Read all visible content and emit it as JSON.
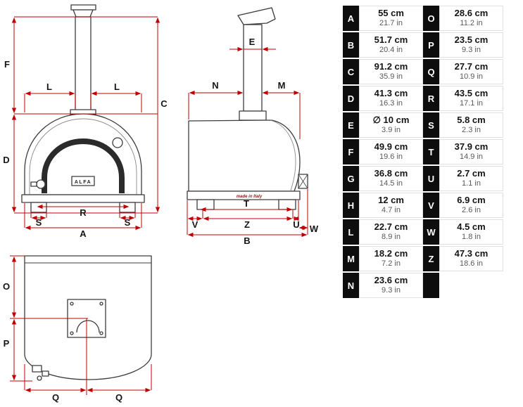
{
  "diagram": {
    "brand_label": "ALFA",
    "made_in_label": "made in Italy",
    "front": {
      "F": "F",
      "D": "D",
      "C": "C",
      "L_left": "L",
      "L_right": "L",
      "R": "R",
      "S_left": "S",
      "S_right": "S",
      "A": "A"
    },
    "side": {
      "E": "E",
      "N": "N",
      "M": "M",
      "T": "T",
      "V": "V",
      "Z": "Z",
      "U": "U",
      "B": "B",
      "W": "W"
    },
    "top": {
      "O": "O",
      "P": "P",
      "Q_left": "Q",
      "Q_right": "Q"
    }
  },
  "table": {
    "rows": [
      {
        "l1": "A",
        "cm1": "55 cm",
        "in1": "21.7 in",
        "l2": "O",
        "cm2": "28.6 cm",
        "in2": "11.2 in"
      },
      {
        "l1": "B",
        "cm1": "51.7 cm",
        "in1": "20.4 in",
        "l2": "P",
        "cm2": "23.5 cm",
        "in2": "9.3 in"
      },
      {
        "l1": "C",
        "cm1": "91.2 cm",
        "in1": "35.9 in",
        "l2": "Q",
        "cm2": "27.7 cm",
        "in2": "10.9 in"
      },
      {
        "l1": "D",
        "cm1": "41.3 cm",
        "in1": "16.3 in",
        "l2": "R",
        "cm2": "43.5 cm",
        "in2": "17.1 in"
      },
      {
        "l1": "E",
        "cm1": "∅ 10 cm",
        "in1": "3.9 in",
        "l2": "S",
        "cm2": "5.8 cm",
        "in2": "2.3 in"
      },
      {
        "l1": "F",
        "cm1": "49.9 cm",
        "in1": "19.6 in",
        "l2": "T",
        "cm2": "37.9 cm",
        "in2": "14.9 in"
      },
      {
        "l1": "G",
        "cm1": "36.8 cm",
        "in1": "14.5 in",
        "l2": "U",
        "cm2": "2.7 cm",
        "in2": "1.1 in"
      },
      {
        "l1": "H",
        "cm1": "12 cm",
        "in1": "4.7 in",
        "l2": "V",
        "cm2": "6.9 cm",
        "in2": "2.6 in"
      },
      {
        "l1": "L",
        "cm1": "22.7 cm",
        "in1": "8.9 in",
        "l2": "W",
        "cm2": "4.5 cm",
        "in2": "1.8 in"
      },
      {
        "l1": "M",
        "cm1": "18.2 cm",
        "in1": "7.2 in",
        "l2": "Z",
        "cm2": "47.3 cm",
        "in2": "18.6 in"
      },
      {
        "l1": "N",
        "cm1": "23.6 cm",
        "in1": "9.3 in",
        "l2": "",
        "cm2": "",
        "in2": ""
      }
    ]
  }
}
